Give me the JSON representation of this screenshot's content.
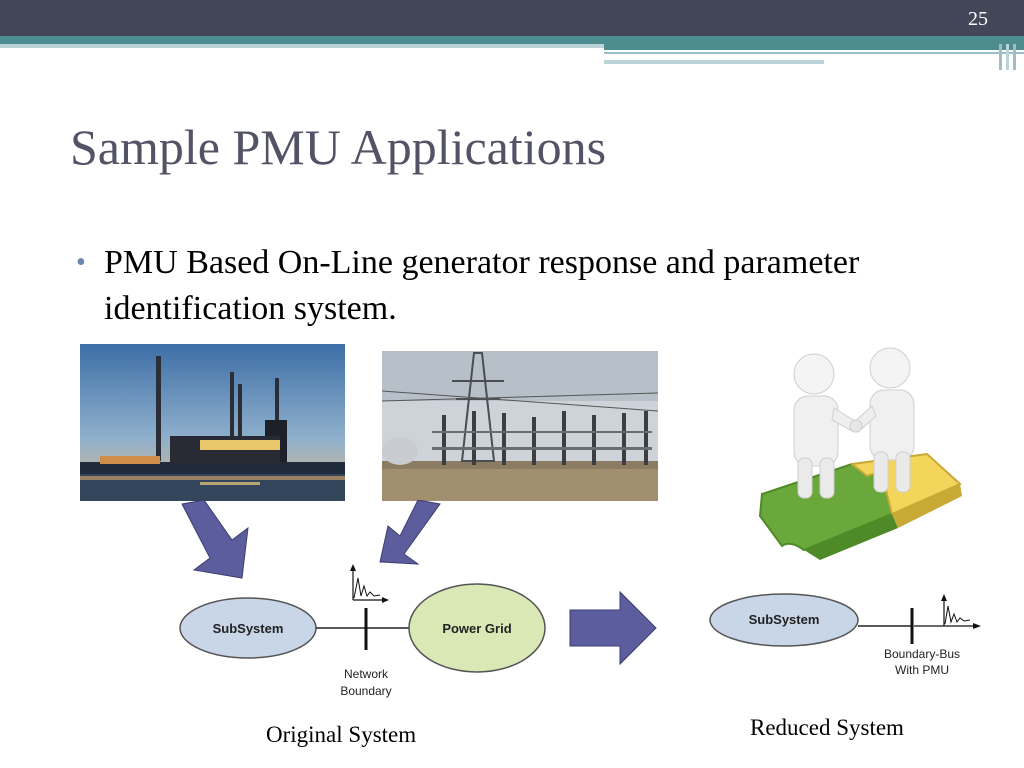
{
  "slide": {
    "page_number": "25",
    "title": "Sample PMU Applications",
    "bullet": "PMU Based On-Line generator response and parameter identification system."
  },
  "diagram": {
    "original": {
      "subsystem_label": "SubSystem",
      "grid_label": "Power Grid",
      "boundary_label_line1": "Network",
      "boundary_label_line2": "Boundary",
      "caption": "Original System"
    },
    "reduced": {
      "subsystem_label": "SubSystem",
      "bus_label_line1": "Boundary-Bus",
      "bus_label_line2": "With PMU",
      "caption": "Reduced System"
    }
  },
  "colors": {
    "topbar": "#434558",
    "stripe": "#4e8d8f",
    "subsystem_fill": "#c9d6e8",
    "grid_fill": "#d9e8b5",
    "arrow": "#5c5d9c"
  },
  "icons": [
    "pmu-waveform-icon",
    "down-arrow-icon",
    "right-arrow-icon"
  ]
}
